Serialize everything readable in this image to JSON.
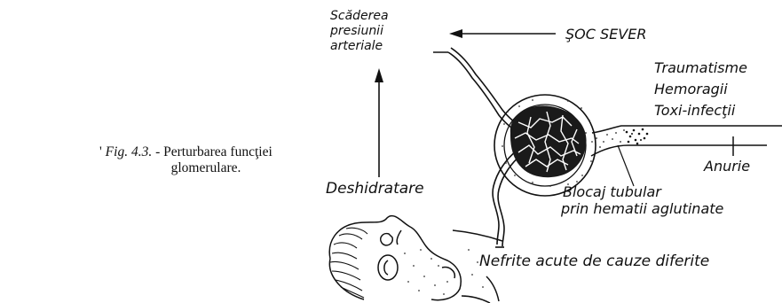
{
  "caption": {
    "mark": "'",
    "number": "Fig. 4.3.",
    "text_line1": "- Perturbarea funcţiei",
    "text_line2": "glomerulare."
  },
  "labels": {
    "pressure_l1": "Scăderea",
    "pressure_l2": "presiunii",
    "pressure_l3": "arteriale",
    "shock": "ŞOC SEVER",
    "causes_l1": "Traumatisme",
    "causes_l2": "Hemoragii",
    "causes_l3": "Toxi-infecţii",
    "anuria": "Anurie",
    "dehydration": "Deshidratare",
    "block_l1": "Blocaj tubular",
    "block_l2": "prin hematii aglutinate",
    "nephritis": "Nefrite acute de cauze diferite"
  },
  "colors": {
    "ink": "#111111",
    "paper": "#ffffff"
  }
}
